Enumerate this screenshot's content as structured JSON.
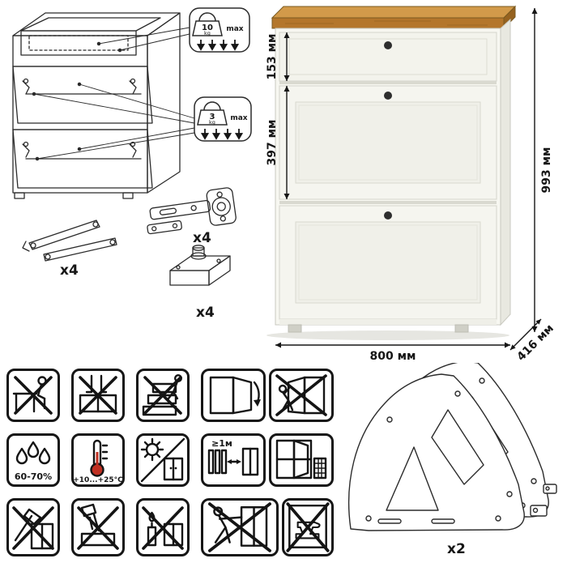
{
  "palette": {
    "line_color": "#2b2b2b",
    "wood_top": "#d29a4a",
    "wood_front": "#b4762b",
    "wood_dark": "#96621f",
    "cabinet_body": "#f7f7f1",
    "cabinet_side": "#e8e8e0",
    "knob": "#2e2e2e",
    "thermometer_red": "#c03022"
  },
  "load_badges": {
    "drawer": {
      "value": "10",
      "unit": "kg",
      "label": "max"
    },
    "flap": {
      "value": "3",
      "unit": "kg",
      "label": "max"
    }
  },
  "hardware": {
    "lid_stay_count": "x4",
    "hinge_count": "x4",
    "foot_count": "x4",
    "mechanism_frame_count": "x2"
  },
  "dimensions": {
    "drawer_section_height": "153 мм",
    "flap_section_height": "397 мм",
    "total_height": "993 мм",
    "width": "800 мм",
    "depth": "416 мм"
  },
  "care": {
    "humidity_range": "60-70%",
    "temperature_range": "+10...+25°C",
    "heater_distance": "≥1м"
  },
  "pictogram_names": [
    "no-sitting",
    "no-standing",
    "no-climbing",
    "door-swing-direction",
    "no-hanging-on-door",
    "humidity-range",
    "temperature-range",
    "avoid-direct-sunlight",
    "keep-distance-from-heaters",
    "ventilation-window",
    "no-impacts",
    "no-spills",
    "no-open-flame",
    "no-moving-loaded",
    "no-overloading"
  ]
}
